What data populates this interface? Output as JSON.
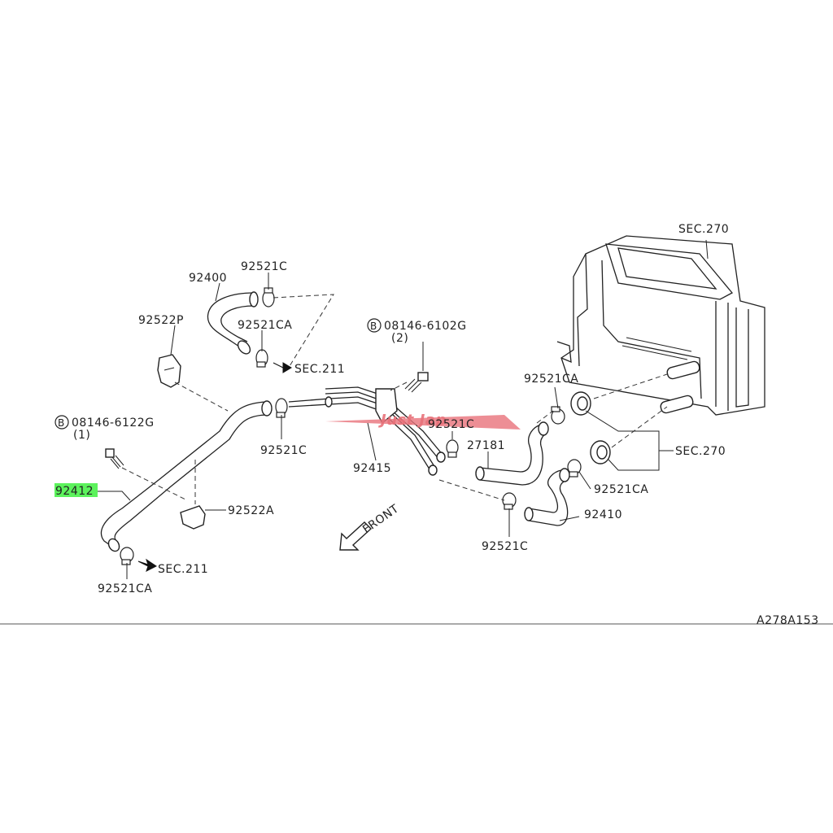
{
  "diagram": {
    "parts": {
      "p92400": "92400",
      "p92521c_top": "92521C",
      "p92522p": "92522P",
      "p92521ca_top": "92521CA",
      "sec211_top": "SEC.211",
      "bolt_b2": "08146-6102G",
      "bolt_b2_qty": "(2)",
      "bolt_b1": "08146-6122G",
      "bolt_b1_qty": "(1)",
      "p92412": "92412",
      "p92521c_mid": "92521C",
      "p92522a": "92522A",
      "sec211_bottom": "SEC.211",
      "p92521ca_bottom": "92521CA",
      "p92415": "92415",
      "p92521c_right": "92521C",
      "p27181": "27181",
      "p92521ca_right_top": "92521CA",
      "sec270_top": "SEC.270",
      "sec270_mid": "SEC.270",
      "p92521ca_right_bottom": "92521CA",
      "p92410": "92410",
      "p92521c_bottom": "92521C",
      "front": "FRONT",
      "b_marker": "B",
      "figure_code": "A278A153"
    },
    "highlight_color": "#5cf25c",
    "watermark_color": "#e8727a"
  }
}
